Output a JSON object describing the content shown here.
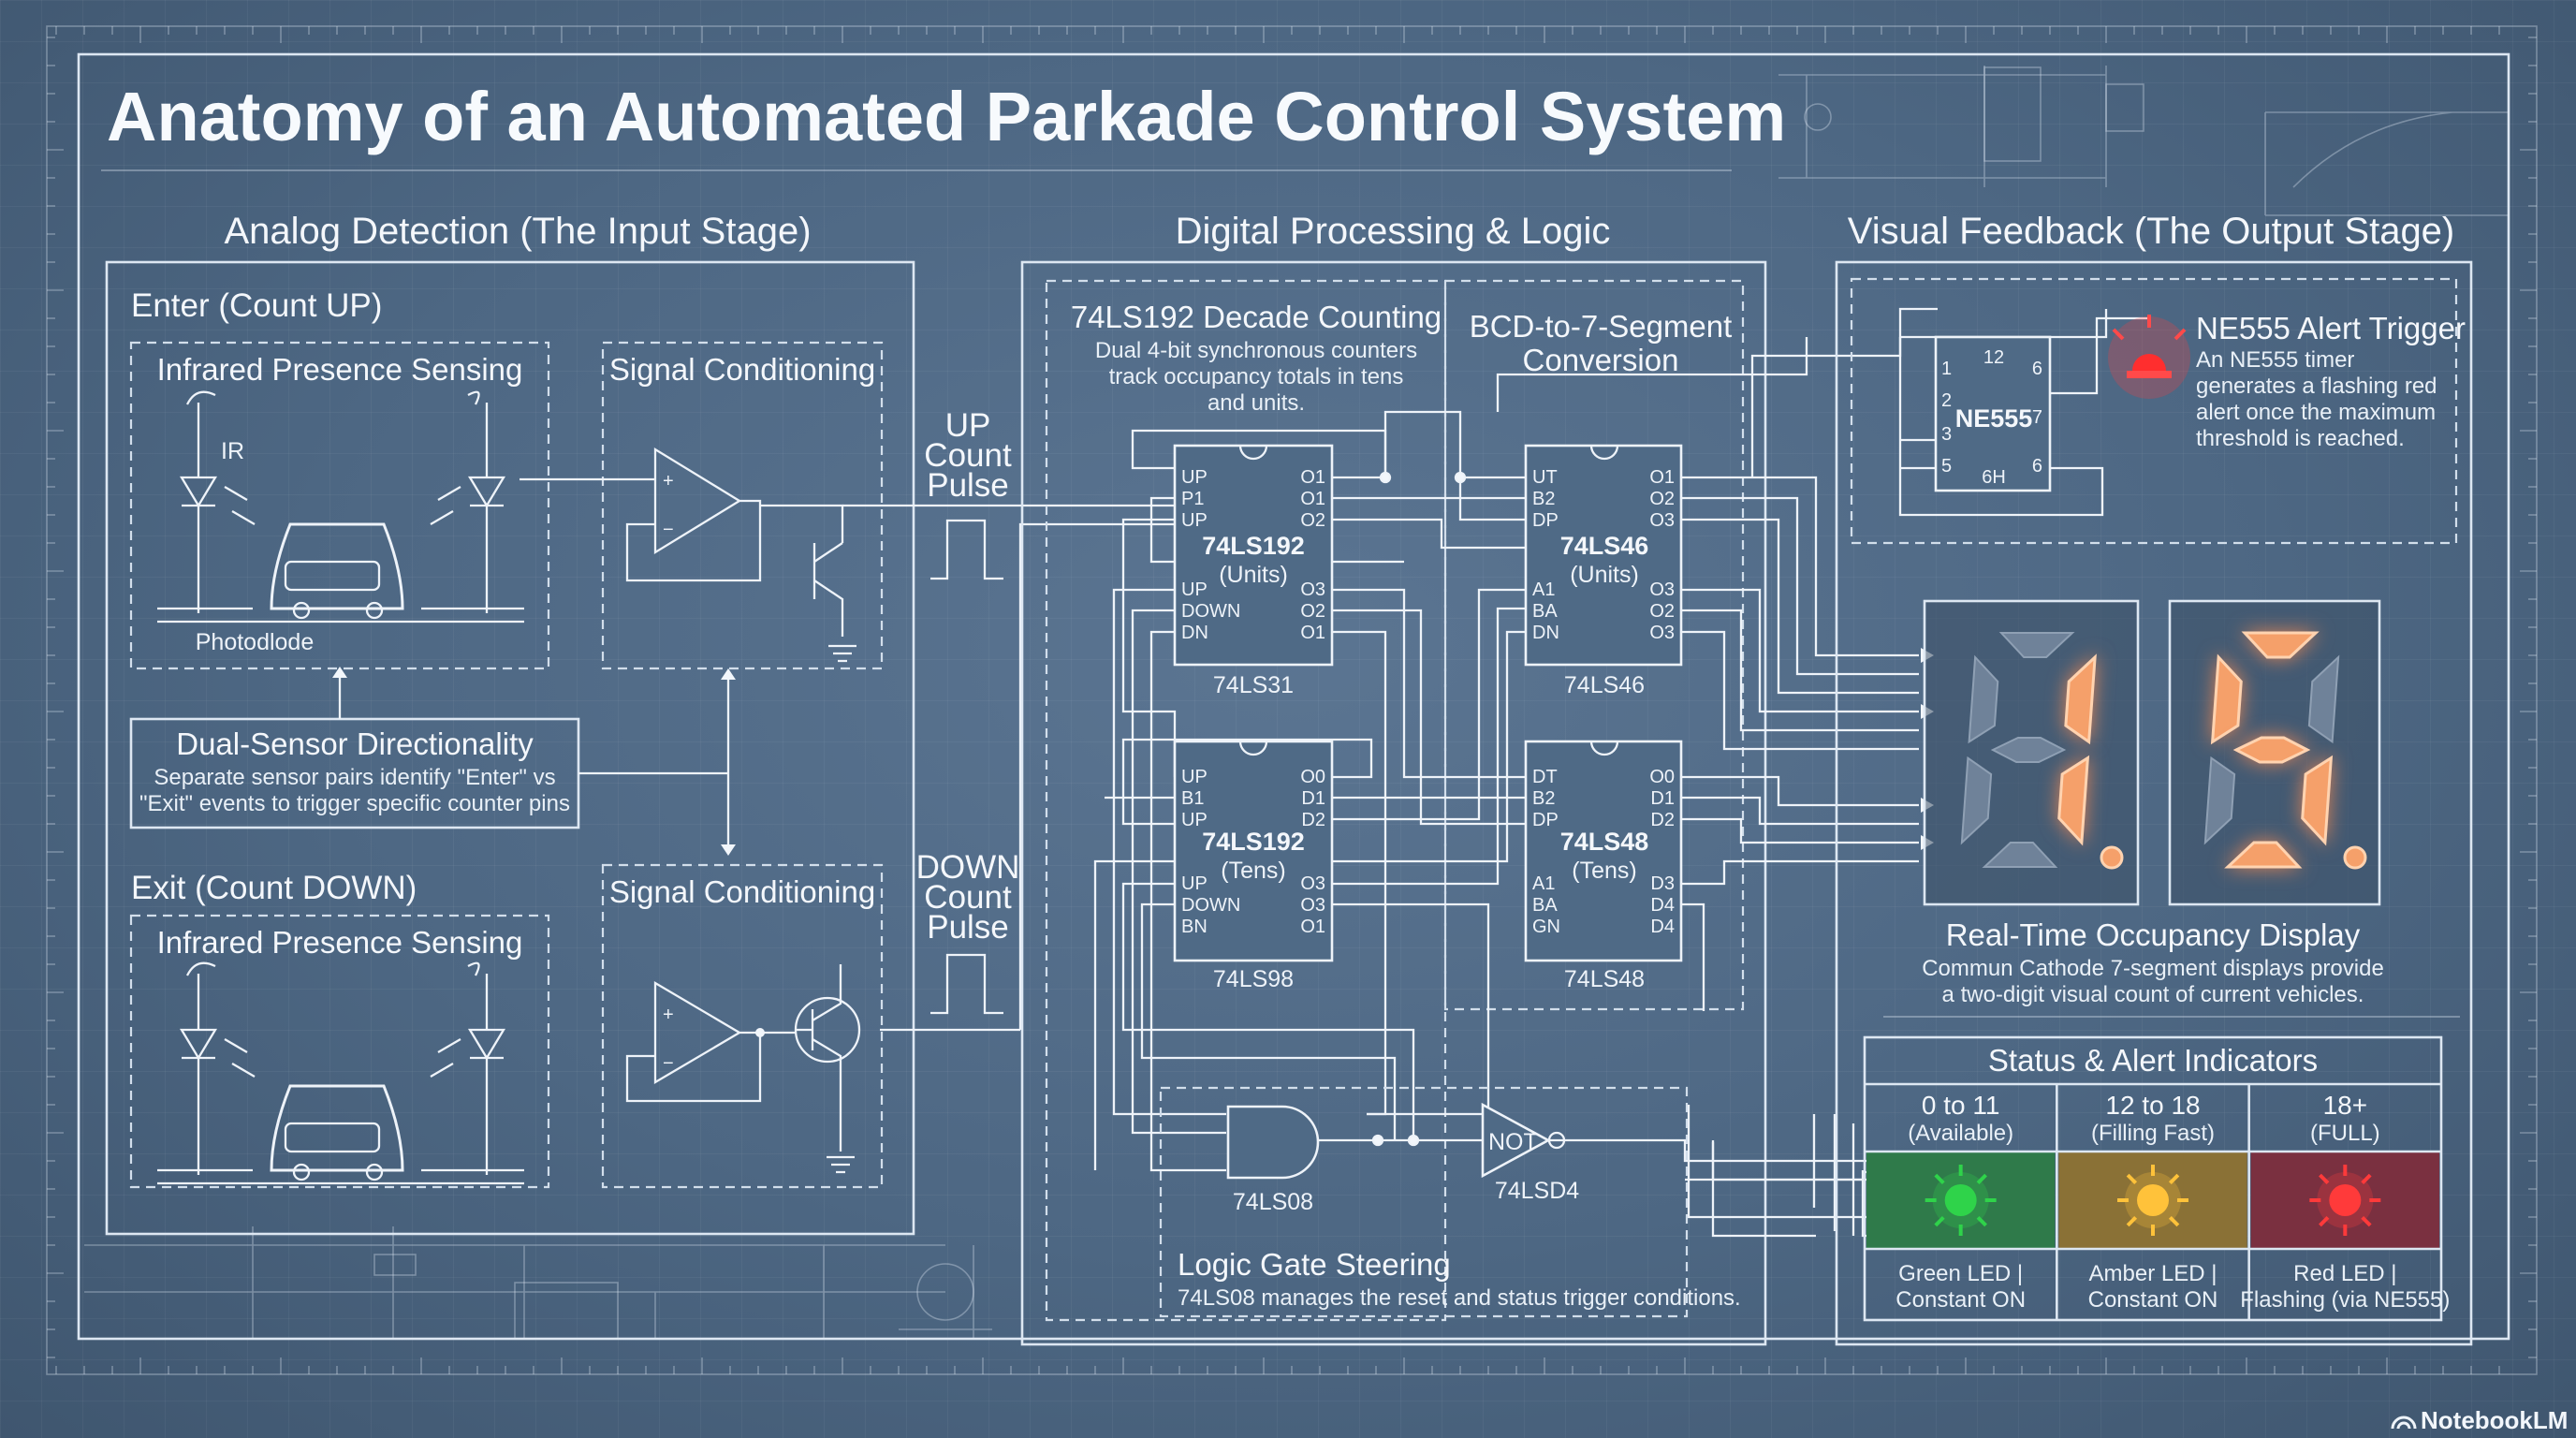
{
  "title": "Anatomy of an Automated Parkade Control System",
  "sections": {
    "input": "Analog Detection (The Input Stage)",
    "logic": "Digital Processing & Logic",
    "output": "Visual Feedback (The Output Stage)"
  },
  "input": {
    "enter_title": "Enter (Count UP)",
    "exit_title": "Exit (Count DOWN)",
    "ir_title": "Infrared Presence Sensing",
    "ir_label": "IR",
    "photodiode_label": "Photodlode",
    "signal_cond": "Signal Conditioning",
    "dual_title": "Dual-Sensor Directionality",
    "dual_desc_1": "Separate sensor pairs identify \"Enter\" vs",
    "dual_desc_2": "\"Exit\" events to trigger specific counter pins",
    "up_pulse": [
      "UP",
      "Count",
      "Pulse"
    ],
    "down_pulse": [
      "DOWN",
      "Count",
      "Pulse"
    ]
  },
  "logic": {
    "counting_title": "74LS192 Decade Counting",
    "counting_desc": [
      "Dual 4-bit synchronous counters",
      "track occupancy totals in tens",
      "and units."
    ],
    "bcd_title": [
      "BCD-to-7-Segment",
      "Conversion"
    ],
    "chips": {
      "units": {
        "name": "74LS192",
        "sub": "(Units)",
        "below": "74LS31",
        "left": [
          "UP",
          "P1",
          "UP",
          "UP",
          "DOWN",
          "DN"
        ],
        "right": [
          "O1",
          "O1",
          "O2",
          "O3",
          "O2",
          "O1"
        ]
      },
      "tens": {
        "name": "74LS192",
        "sub": "(Tens)",
        "below": "74LS98",
        "left": [
          "UP",
          "B1",
          "UP",
          "UP",
          "DOWN",
          "BN"
        ],
        "right": [
          "O0",
          "D1",
          "D2",
          "O3",
          "O3",
          "O1"
        ]
      },
      "dec_units": {
        "name": "74LS46",
        "sub": "(Units)",
        "below": "74LS46",
        "left": [
          "UT",
          "B2",
          "DP",
          "A1",
          "BA",
          "DN"
        ],
        "right": [
          "O1",
          "O2",
          "O3",
          "O3",
          "O2",
          "O3"
        ]
      },
      "dec_tens": {
        "name": "74LS48",
        "sub": "(Tens)",
        "below": "74LS48",
        "left": [
          "DT",
          "B2",
          "DP",
          "A1",
          "BA",
          "GN"
        ],
        "right": [
          "O0",
          "D1",
          "D2",
          "D3",
          "D4",
          "D4"
        ]
      }
    },
    "and_gate": "74LS08",
    "not_label": "NOT",
    "not_part": "74LSD4",
    "steering_title": "Logic Gate Steering",
    "steering_desc": "74LS08 manages the reset and status trigger conditions."
  },
  "output": {
    "ne555_title": "NE555 Alert Trigger",
    "ne555_desc": [
      "An NE555 timer",
      "generates a flashing red",
      "alert once the maximum",
      "threshold is reached."
    ],
    "ne555_chip": {
      "name": "NE555",
      "p1": "1",
      "p2": "2",
      "p3": "3",
      "p5": "5",
      "p6": "6",
      "p6b": "6",
      "p7": "7",
      "p12": "12",
      "p6h": "6H"
    },
    "display_digits": [
      "1",
      "5"
    ],
    "display_title": "Real-Time Occupancy Display",
    "display_desc": [
      "Commun Cathode 7-segment displays provide",
      "a two-digit visual count of current vehicles."
    ],
    "status_title": "Status & Alert Indicators",
    "status": [
      {
        "range": "0 to 11",
        "state": "(Available)",
        "led": "Green LED |",
        "mode": "Constant ON",
        "color": "#2fd34a",
        "bg": "#2f7a4a"
      },
      {
        "range": "12 to 18",
        "state": "(Filling Fast)",
        "led": "Amber LED |",
        "mode": "Constant ON",
        "color": "#ffc23a",
        "bg": "#8a7136"
      },
      {
        "range": "18+",
        "state": "(FULL)",
        "led": "Red LED |",
        "mode": "Flashing (via NE555)",
        "color": "#ff3a3a",
        "bg": "#7a3040"
      }
    ]
  },
  "footer": "NotebookLM",
  "colors": {
    "background": "#4a6480",
    "line": "#eef3f9",
    "digit_on": "#f5a06a"
  }
}
